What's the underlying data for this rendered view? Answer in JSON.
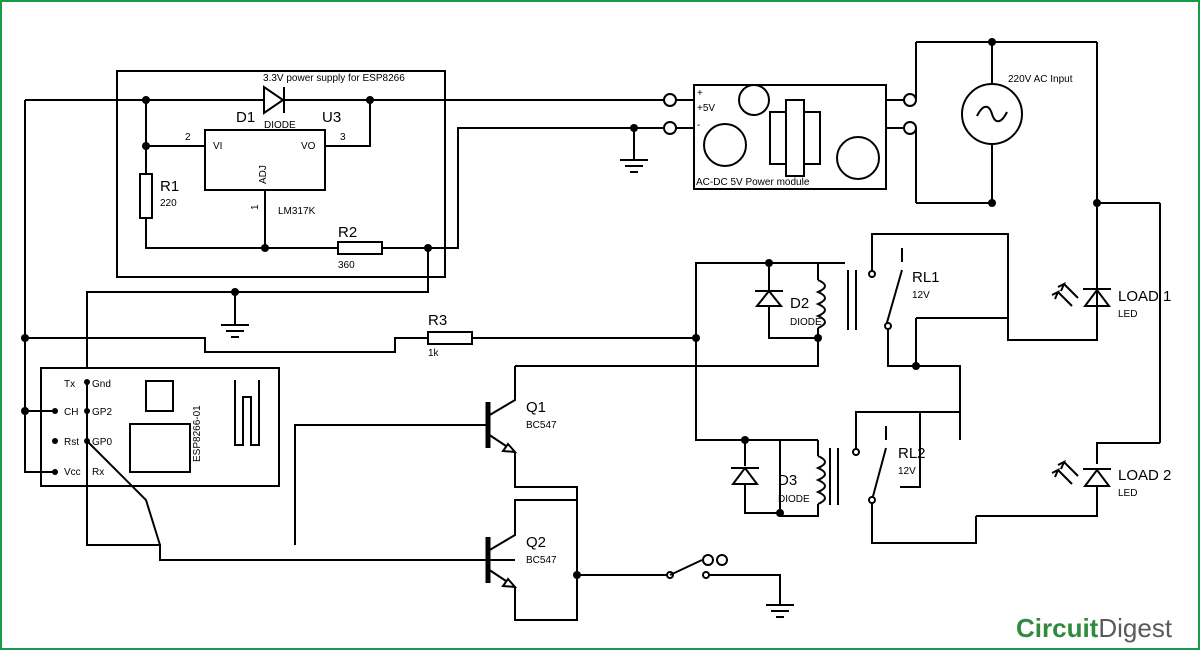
{
  "colors": {
    "border": "#1a9a4a",
    "wire": "#000000",
    "logo_green": "#2f8a3e",
    "logo_gray": "#5a5a5a"
  },
  "supply": {
    "title": "3.3V power supply for ESP8266"
  },
  "d1": {
    "ref": "D1",
    "type": "DIODE"
  },
  "u3": {
    "ref": "U3",
    "part": "LM317K",
    "vi": "VI",
    "vo": "VO",
    "adj": "ADJ",
    "pin_vi": "2",
    "pin_vo": "3",
    "pin_adj": "1"
  },
  "r1": {
    "ref": "R1",
    "value": "220"
  },
  "r2": {
    "ref": "R2",
    "value": "360"
  },
  "r3": {
    "ref": "R3",
    "value": "1k"
  },
  "power_module": {
    "label": "AC-DC 5V Power module",
    "plus": "+",
    "plus5v": "+5V",
    "minus": "-"
  },
  "ac_input": {
    "label": "220V AC Input"
  },
  "esp": {
    "label": "ESP8266-01",
    "tx": "Tx",
    "gnd": "Gnd",
    "ch": "CH",
    "gp2": "GP2",
    "rst": "Rst",
    "gp0": "GP0",
    "vcc": "Vcc",
    "rx": "Rx"
  },
  "q1": {
    "ref": "Q1",
    "part": "BC547"
  },
  "q2": {
    "ref": "Q2",
    "part": "BC547"
  },
  "d2": {
    "ref": "D2",
    "type": "DIODE"
  },
  "d3": {
    "ref": "D3",
    "type": "DIODE"
  },
  "rl1": {
    "ref": "RL1",
    "rating": "12V"
  },
  "rl2": {
    "ref": "RL2",
    "rating": "12V"
  },
  "load1": {
    "label": "LOAD 1",
    "type": "LED"
  },
  "load2": {
    "label": "LOAD 2",
    "type": "LED"
  },
  "logo": {
    "part1": "Circuit",
    "part2": "Digest"
  }
}
